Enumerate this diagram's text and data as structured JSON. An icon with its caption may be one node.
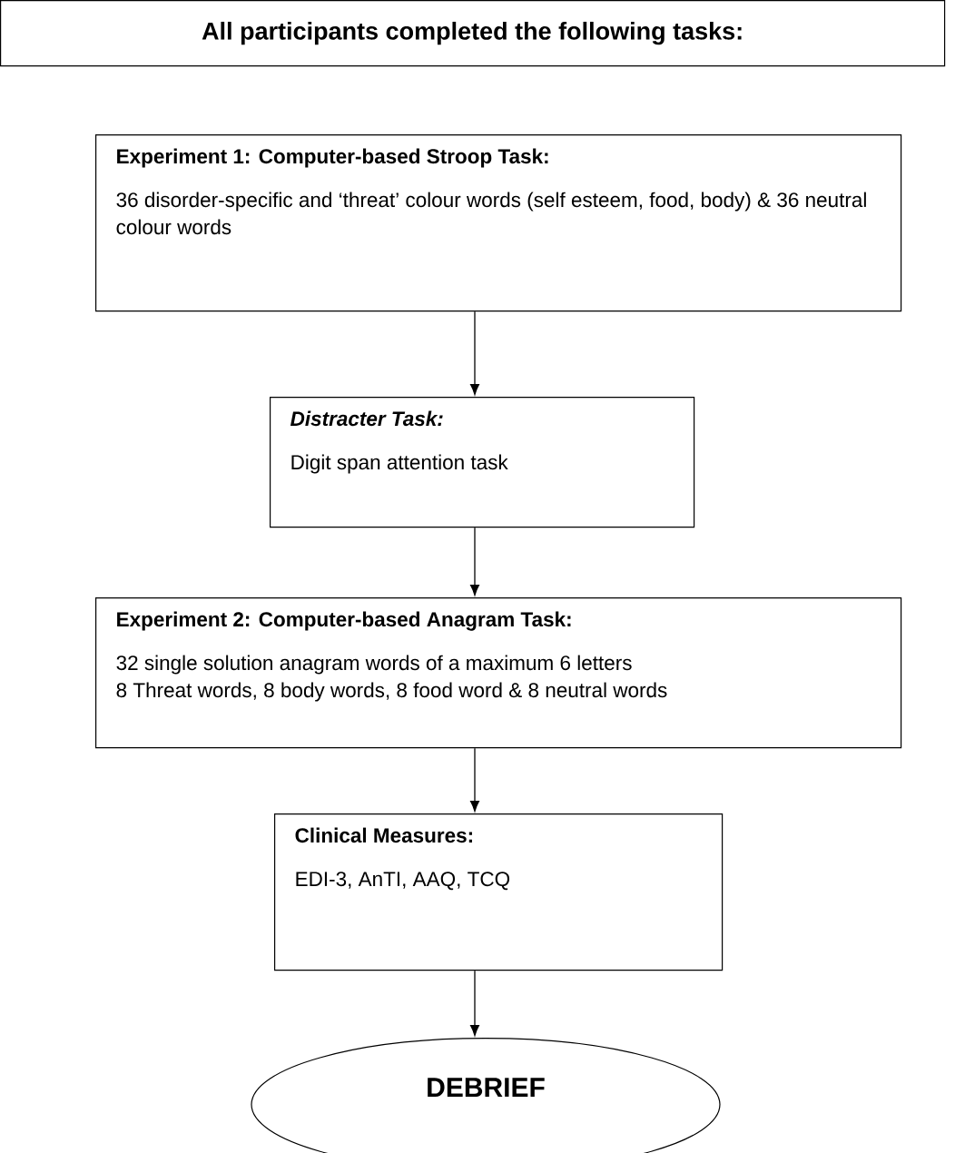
{
  "diagram": {
    "nodes": [
      {
        "text": [
          "All participants completed the following tasks:"
        ]
      },
      {
        "text": [
          "Experiment 1: Computer-based Stroop Task:",
          "36 disorder-specific and ‘threat’ colour words (self esteem, food, body) & 36 neutral colour words"
        ]
      },
      {
        "text": [
          "Distracter Task:",
          "Digit span attention task"
        ]
      },
      {
        "text": [
          "Experiment 2: Computer-based Anagram Task:",
          "32 single solution anagram words of a maximum 6 letters",
          "8 Threat words, 8 body words, 8 food word & 8 neutral words"
        ]
      },
      {
        "text": [
          "Clinical Measures:",
          "EDI-3, AnTI, AAQ, TCQ"
        ]
      },
      {
        "text": [
          "DEBRIEF"
        ]
      }
    ],
    "edges": [
      {
        "from": 1,
        "to": 2,
        "arrow": "to"
      },
      {
        "from": 2,
        "to": 3,
        "arrow": "to"
      },
      {
        "from": 3,
        "to": 4,
        "arrow": "to"
      },
      {
        "from": 4,
        "to": 5,
        "arrow": "to"
      }
    ]
  }
}
